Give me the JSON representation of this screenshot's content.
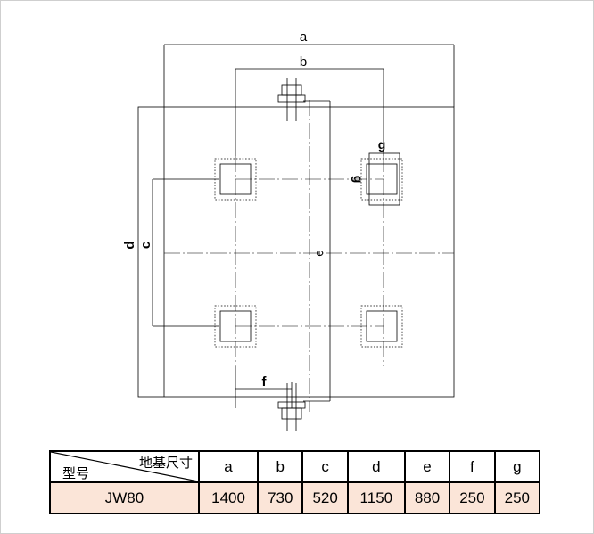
{
  "drawing": {
    "labels": {
      "a": "a",
      "b": "b",
      "c": "c",
      "d": "d",
      "e": "e",
      "f": "f",
      "g_top": "g",
      "g_side": "g"
    }
  },
  "table": {
    "header_top": "地基尺寸",
    "header_bottom": "型号",
    "columns": [
      "a",
      "b",
      "c",
      "d",
      "e",
      "f",
      "g"
    ],
    "rows": [
      {
        "model": "JW80",
        "values": [
          "1400",
          "730",
          "520",
          "1150",
          "880",
          "250",
          "250"
        ]
      }
    ]
  }
}
